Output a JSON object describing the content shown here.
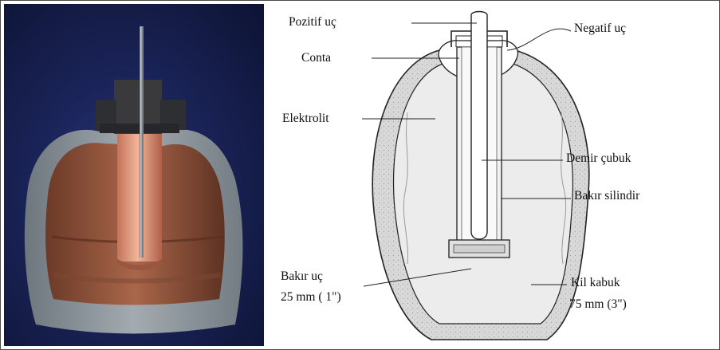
{
  "labels": {
    "pozitif_uc": "Pozitif uç",
    "negatif_uc": "Negatif uç",
    "conta": "Conta",
    "elektrolit": "Elektrolit",
    "demir_cubuk": "Demir çubuk",
    "bakir_silindir": "Bakır silindir",
    "bakir_uc": "Bakır uç",
    "bakir_uc_size": "25 mm ( 1\")",
    "kil_kabuk": "Kil kabuk",
    "kil_kabuk_size": "75 mm (3\")"
  },
  "colors": {
    "photo_background": "#1a2357",
    "clay_shell": "#8d959c",
    "copper": "#d08a6c",
    "diagram_fill": "#ececec",
    "diagram_stroke": "#222222"
  }
}
